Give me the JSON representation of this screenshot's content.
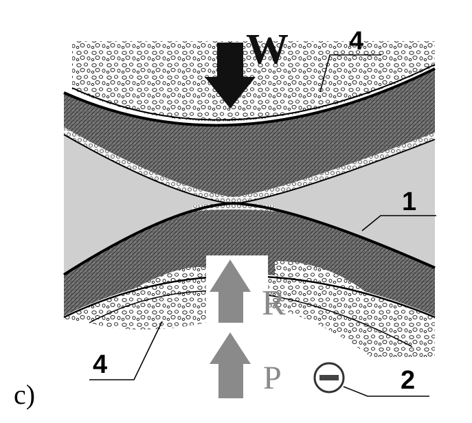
{
  "figure": {
    "panel_label": "c)",
    "force_labels": {
      "w": "W",
      "r": "R",
      "p": "P"
    },
    "callouts": {
      "top_right": "4",
      "right_middle": "1",
      "bottom_left": "4",
      "charge": "2"
    },
    "colors": {
      "background": "#ffffff",
      "gap_fill": "#cfcfcf",
      "cartilage": "#6e6e6e",
      "bone": "#ffffff",
      "outline": "#000000",
      "arrow_dark": "#111111",
      "arrow_grey": "#8a8a8a"
    },
    "icons": {
      "charge": "minus-circle-icon",
      "load": "arrow-down-icon",
      "reaction": "arrow-up-icon"
    }
  }
}
